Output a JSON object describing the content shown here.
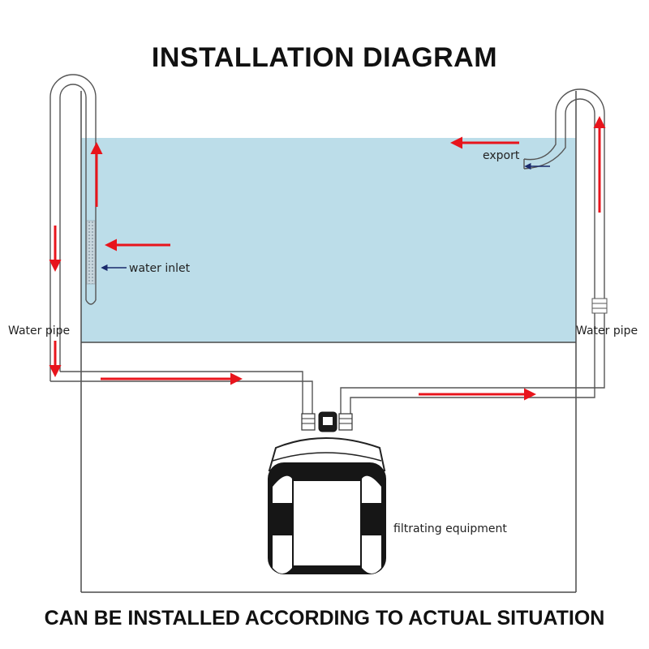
{
  "title": "INSTALLATION DIAGRAM",
  "footer": "CAN BE INSTALLED ACCORDING TO ACTUAL SITUATION",
  "labels": {
    "export": "export",
    "water_inlet": "water inlet",
    "water_pipe_left": "Water pipe",
    "water_pipe_right": "Water pipe",
    "filter": "filtrating equipment"
  },
  "colors": {
    "water": "#bcdde9",
    "arrow": "#e8141c",
    "small_arrow": "#1a2a6c",
    "outline": "#444444",
    "filter_dark": "#161616"
  },
  "icons": {
    "flow_arrow": "red-arrow",
    "pointer": "navy-arrow"
  }
}
